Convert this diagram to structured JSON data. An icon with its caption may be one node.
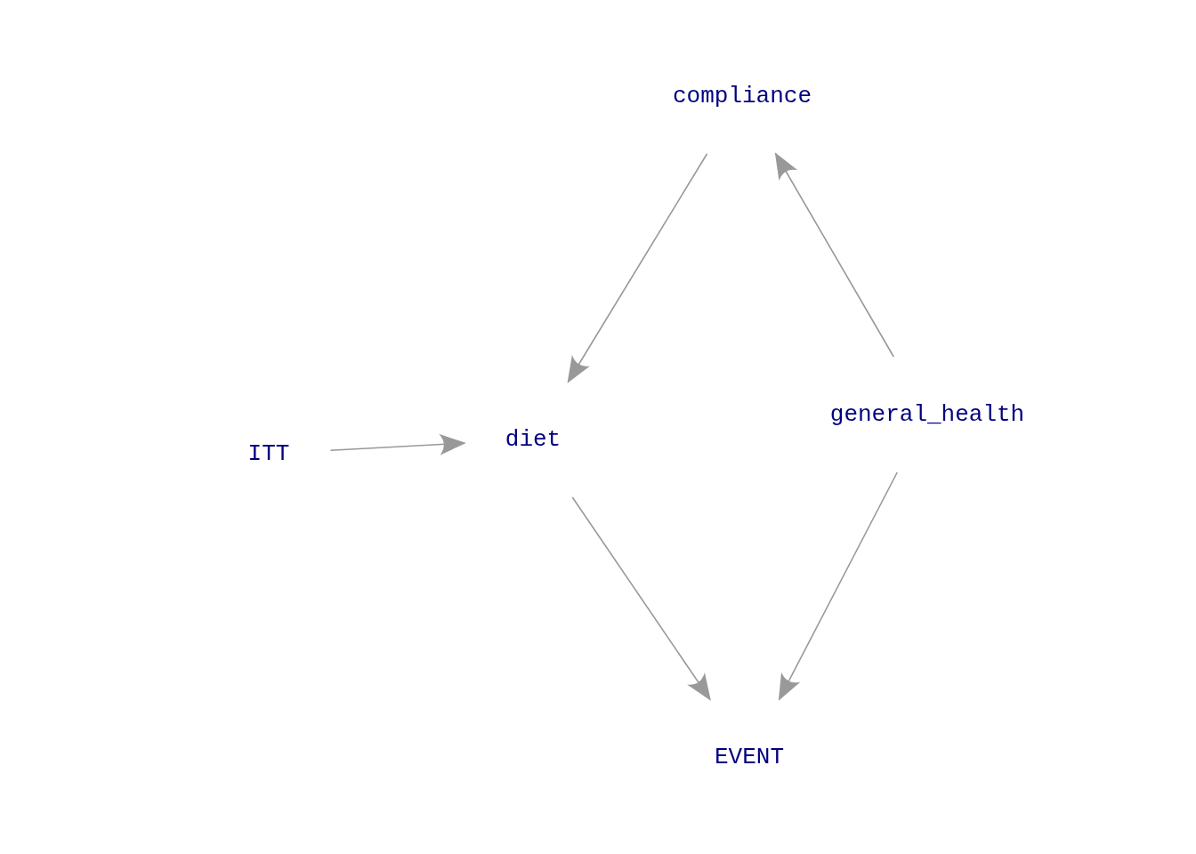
{
  "diagram": {
    "nodes": [
      {
        "text": [
          "compliance"
        ]
      },
      {
        "text": [
          "general_health"
        ]
      },
      {
        "text": [
          "ITT"
        ]
      },
      {
        "text": [
          "diet"
        ]
      },
      {
        "text": [
          "EVENT"
        ]
      }
    ],
    "edges": [
      {
        "from": 0,
        "to": 3,
        "arrow": "to"
      },
      {
        "from": 1,
        "to": 0,
        "arrow": "to"
      },
      {
        "from": 2,
        "to": 3,
        "arrow": "to"
      },
      {
        "from": 3,
        "to": 4,
        "arrow": "to"
      },
      {
        "from": 1,
        "to": 4,
        "arrow": "to"
      }
    ]
  }
}
